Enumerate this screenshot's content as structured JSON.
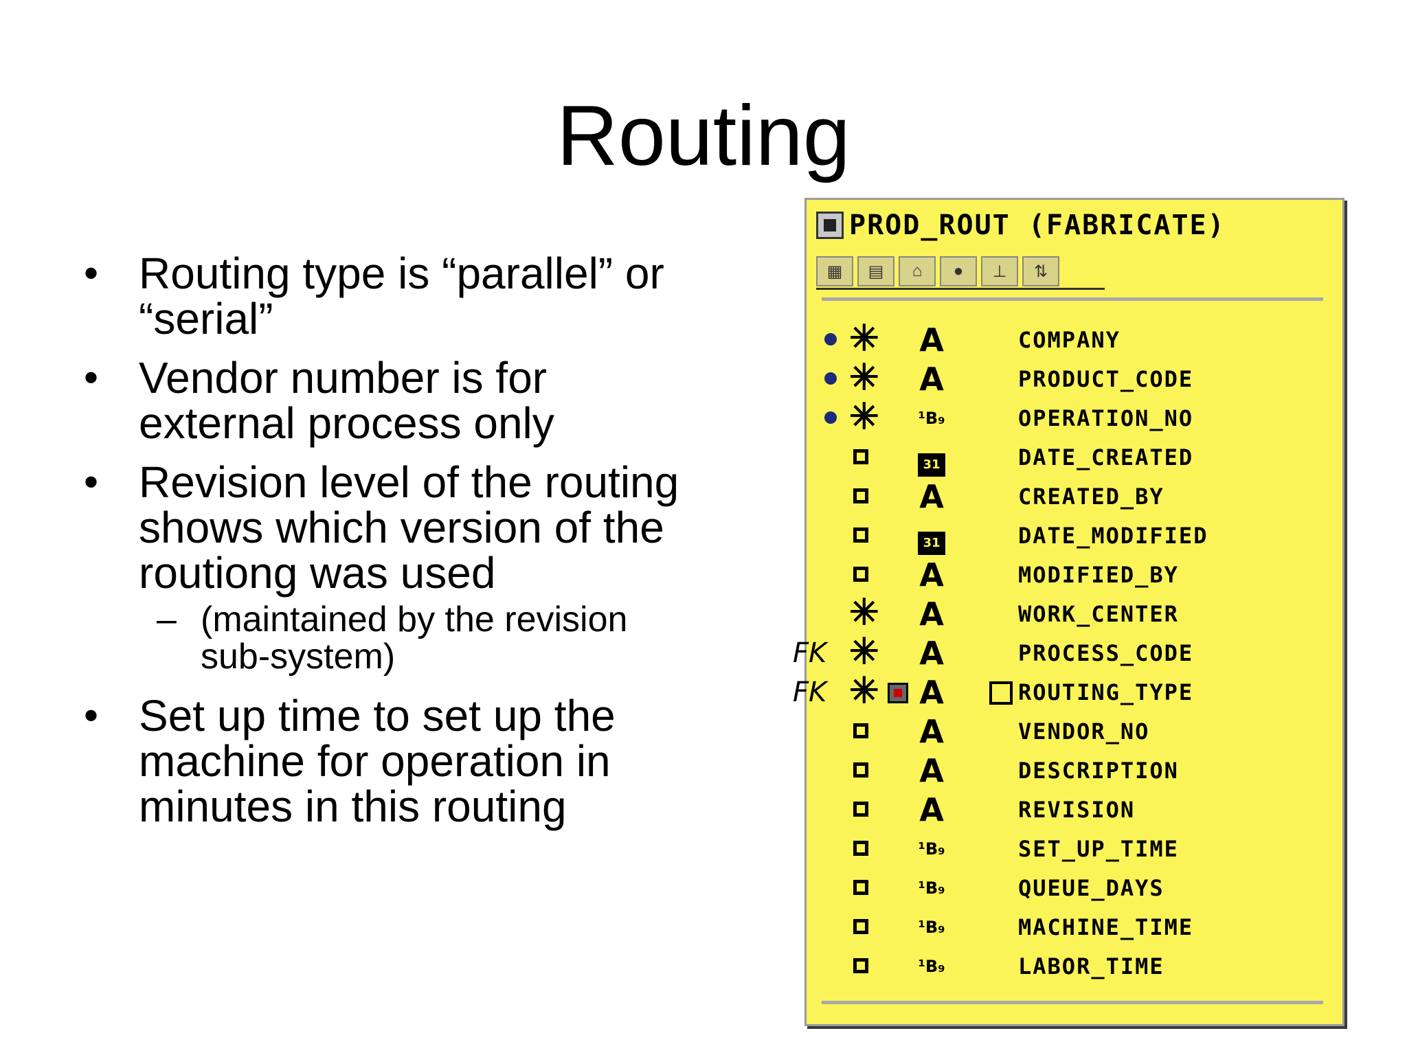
{
  "slide": {
    "title": "Routing",
    "bullets": [
      "Routing type is “parallel” or “serial”",
      "Vendor number is for external process only",
      "Revision level of the routing shows which version of the routiong was used",
      "Set up time to set up the machine for operation in minutes in this routing"
    ],
    "sub_bullet": "(maintained by the revision sub-system)",
    "bullet_marker": "•",
    "sub_marker": "–"
  },
  "entity": {
    "title": "PROD_ROUT (FABRICATE)",
    "fk_label": "FK",
    "key_icon": "primary-key-dot",
    "mandatory_symbol": "✳",
    "optional_symbol": "empty-square",
    "char_type_symbol": "A",
    "number_type_symbol": "¹B₉",
    "date_type_symbol": "31",
    "colors": {
      "background": "#fbf459",
      "key_dot": "#1e2a7a"
    },
    "fields": [
      {
        "name": "COMPANY",
        "pk": true,
        "mandatory": true,
        "type": "char"
      },
      {
        "name": "PRODUCT_CODE",
        "pk": true,
        "mandatory": true,
        "type": "char"
      },
      {
        "name": "OPERATION_NO",
        "pk": true,
        "mandatory": true,
        "type": "number"
      },
      {
        "name": "DATE_CREATED",
        "pk": false,
        "mandatory": false,
        "type": "date"
      },
      {
        "name": "CREATED_BY",
        "pk": false,
        "mandatory": false,
        "type": "char"
      },
      {
        "name": "DATE_MODIFIED",
        "pk": false,
        "mandatory": false,
        "type": "date"
      },
      {
        "name": "MODIFIED_BY",
        "pk": false,
        "mandatory": false,
        "type": "char"
      },
      {
        "name": "WORK_CENTER",
        "pk": false,
        "mandatory": true,
        "type": "char"
      },
      {
        "name": "PROCESS_CODE",
        "pk": false,
        "mandatory": true,
        "type": "char",
        "fk": true
      },
      {
        "name": "ROUTING_TYPE",
        "pk": false,
        "mandatory": true,
        "type": "char",
        "fk": true,
        "domain": true
      },
      {
        "name": "VENDOR_NO",
        "pk": false,
        "mandatory": false,
        "type": "char"
      },
      {
        "name": "DESCRIPTION",
        "pk": false,
        "mandatory": false,
        "type": "char"
      },
      {
        "name": "REVISION",
        "pk": false,
        "mandatory": false,
        "type": "char"
      },
      {
        "name": "SET_UP_TIME",
        "pk": false,
        "mandatory": false,
        "type": "number"
      },
      {
        "name": "QUEUE_DAYS",
        "pk": false,
        "mandatory": false,
        "type": "number"
      },
      {
        "name": "MACHINE_TIME",
        "pk": false,
        "mandatory": false,
        "type": "number"
      },
      {
        "name": "LABOR_TIME",
        "pk": false,
        "mandatory": false,
        "type": "number"
      }
    ]
  }
}
